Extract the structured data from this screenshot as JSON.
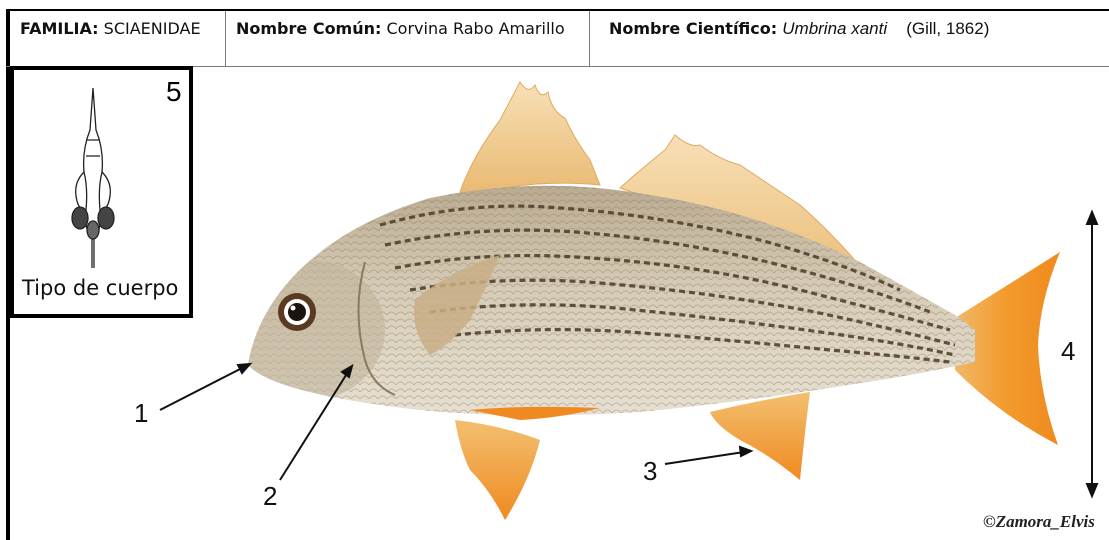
{
  "header": {
    "family_label": "FAMILIA:",
    "family_value": "SCIAENIDAE",
    "common_label": "Nombre Común:",
    "common_value": "Corvina Rabo Amarillo",
    "scientific_label": "Nombre Científico:",
    "scientific_value": "Umbrina xanti",
    "author": "(Gill, 1862)"
  },
  "body_type": {
    "number": "5",
    "label": "Tipo de cuerpo"
  },
  "callouts": {
    "mouth": "1",
    "preopercle": "2",
    "anal_fin": "3",
    "body_depth": "4"
  },
  "credit": "©Zamora_Elvis",
  "colors": {
    "fin_orange": "#f0962a",
    "body_silver": "#cdbfa4",
    "stripe_dark": "#4a3a28"
  }
}
